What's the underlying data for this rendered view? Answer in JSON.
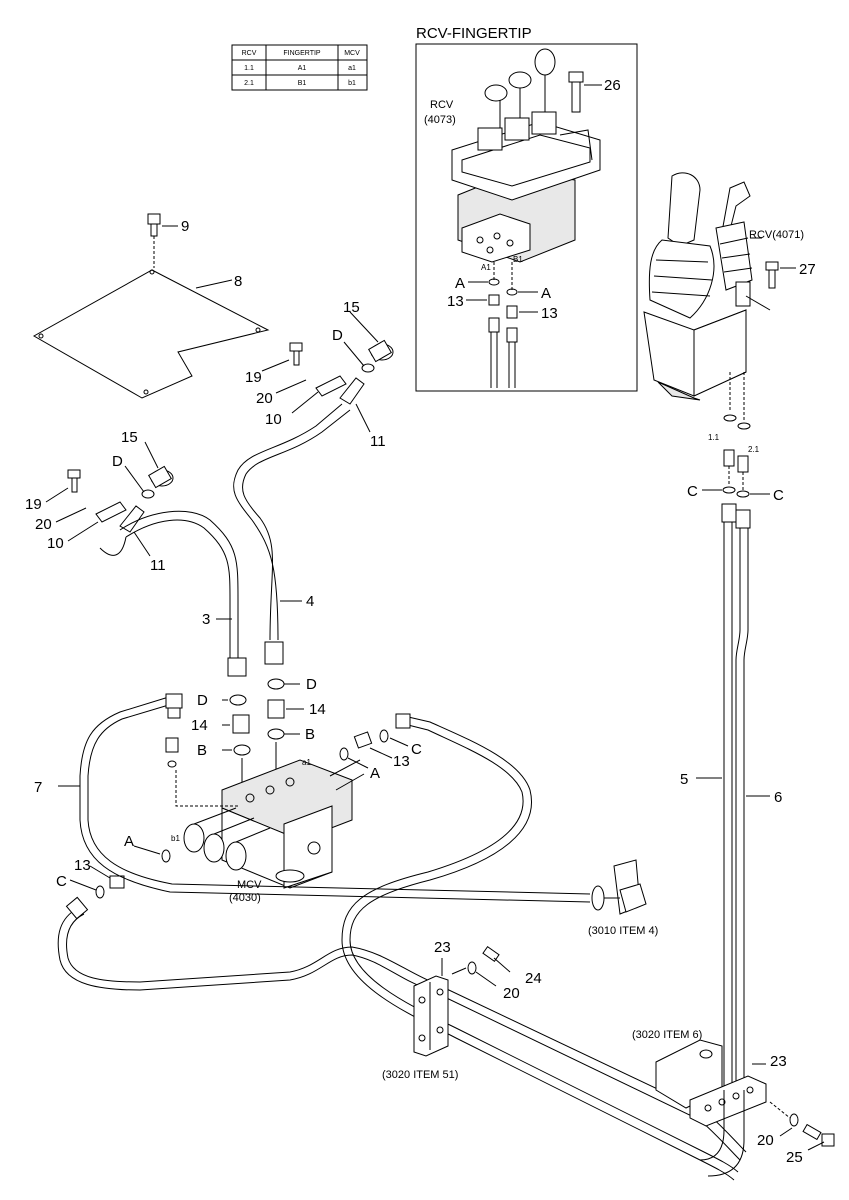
{
  "table": {
    "headers": [
      "RCV",
      "FINGERTIP",
      "MCV"
    ],
    "rows": [
      [
        "1.1",
        "A1",
        "a1"
      ],
      [
        "2.1",
        "B1",
        "b1"
      ]
    ]
  },
  "inset": {
    "title": "RCV-FINGERTIP",
    "rcv_label": "RCV",
    "rcv_number": "(4073)",
    "port_a1": "A1",
    "port_b1": "B1",
    "callouts": {
      "bolt": "26",
      "fitting_left": "13",
      "fitting_right": "13",
      "ring_left": "A",
      "ring_right": "A"
    }
  },
  "rcv_joystick_label": "RCV(4071)",
  "mcv": {
    "label": "MCV",
    "number": "(4030)",
    "port_a1": "a1",
    "port_b1": "b1"
  },
  "references": {
    "bracket_3010": "(3010 ITEM 4)",
    "clamp_3020_6": "(3020 ITEM 6)",
    "clamp_3020_51": "(3020 ITEM 51)"
  },
  "callouts": {
    "c9": "9",
    "c8": "8",
    "c15a": "15",
    "c15b": "15",
    "c19a": "19",
    "c19b": "19",
    "c20a": "20",
    "c20b": "20",
    "c20c": "20",
    "c20d": "20",
    "c10a": "10",
    "c10b": "10",
    "c11a": "11",
    "c11b": "11",
    "c3": "3",
    "c4": "4",
    "c5": "5",
    "c6": "6",
    "c7": "7",
    "c14a": "14",
    "c14b": "14",
    "c13a": "13",
    "c13b": "13",
    "c23a": "23",
    "c23b": "23",
    "c24": "24",
    "c25": "25",
    "c27": "27",
    "port11": "1.1",
    "port21": "2.1"
  },
  "letters": {
    "D1": "D",
    "D2": "D",
    "D3": "D",
    "D4": "D",
    "B1": "B",
    "B2": "B",
    "A1": "A",
    "A2": "A",
    "C1": "C",
    "C2": "C",
    "C3": "C",
    "C4": "C"
  }
}
